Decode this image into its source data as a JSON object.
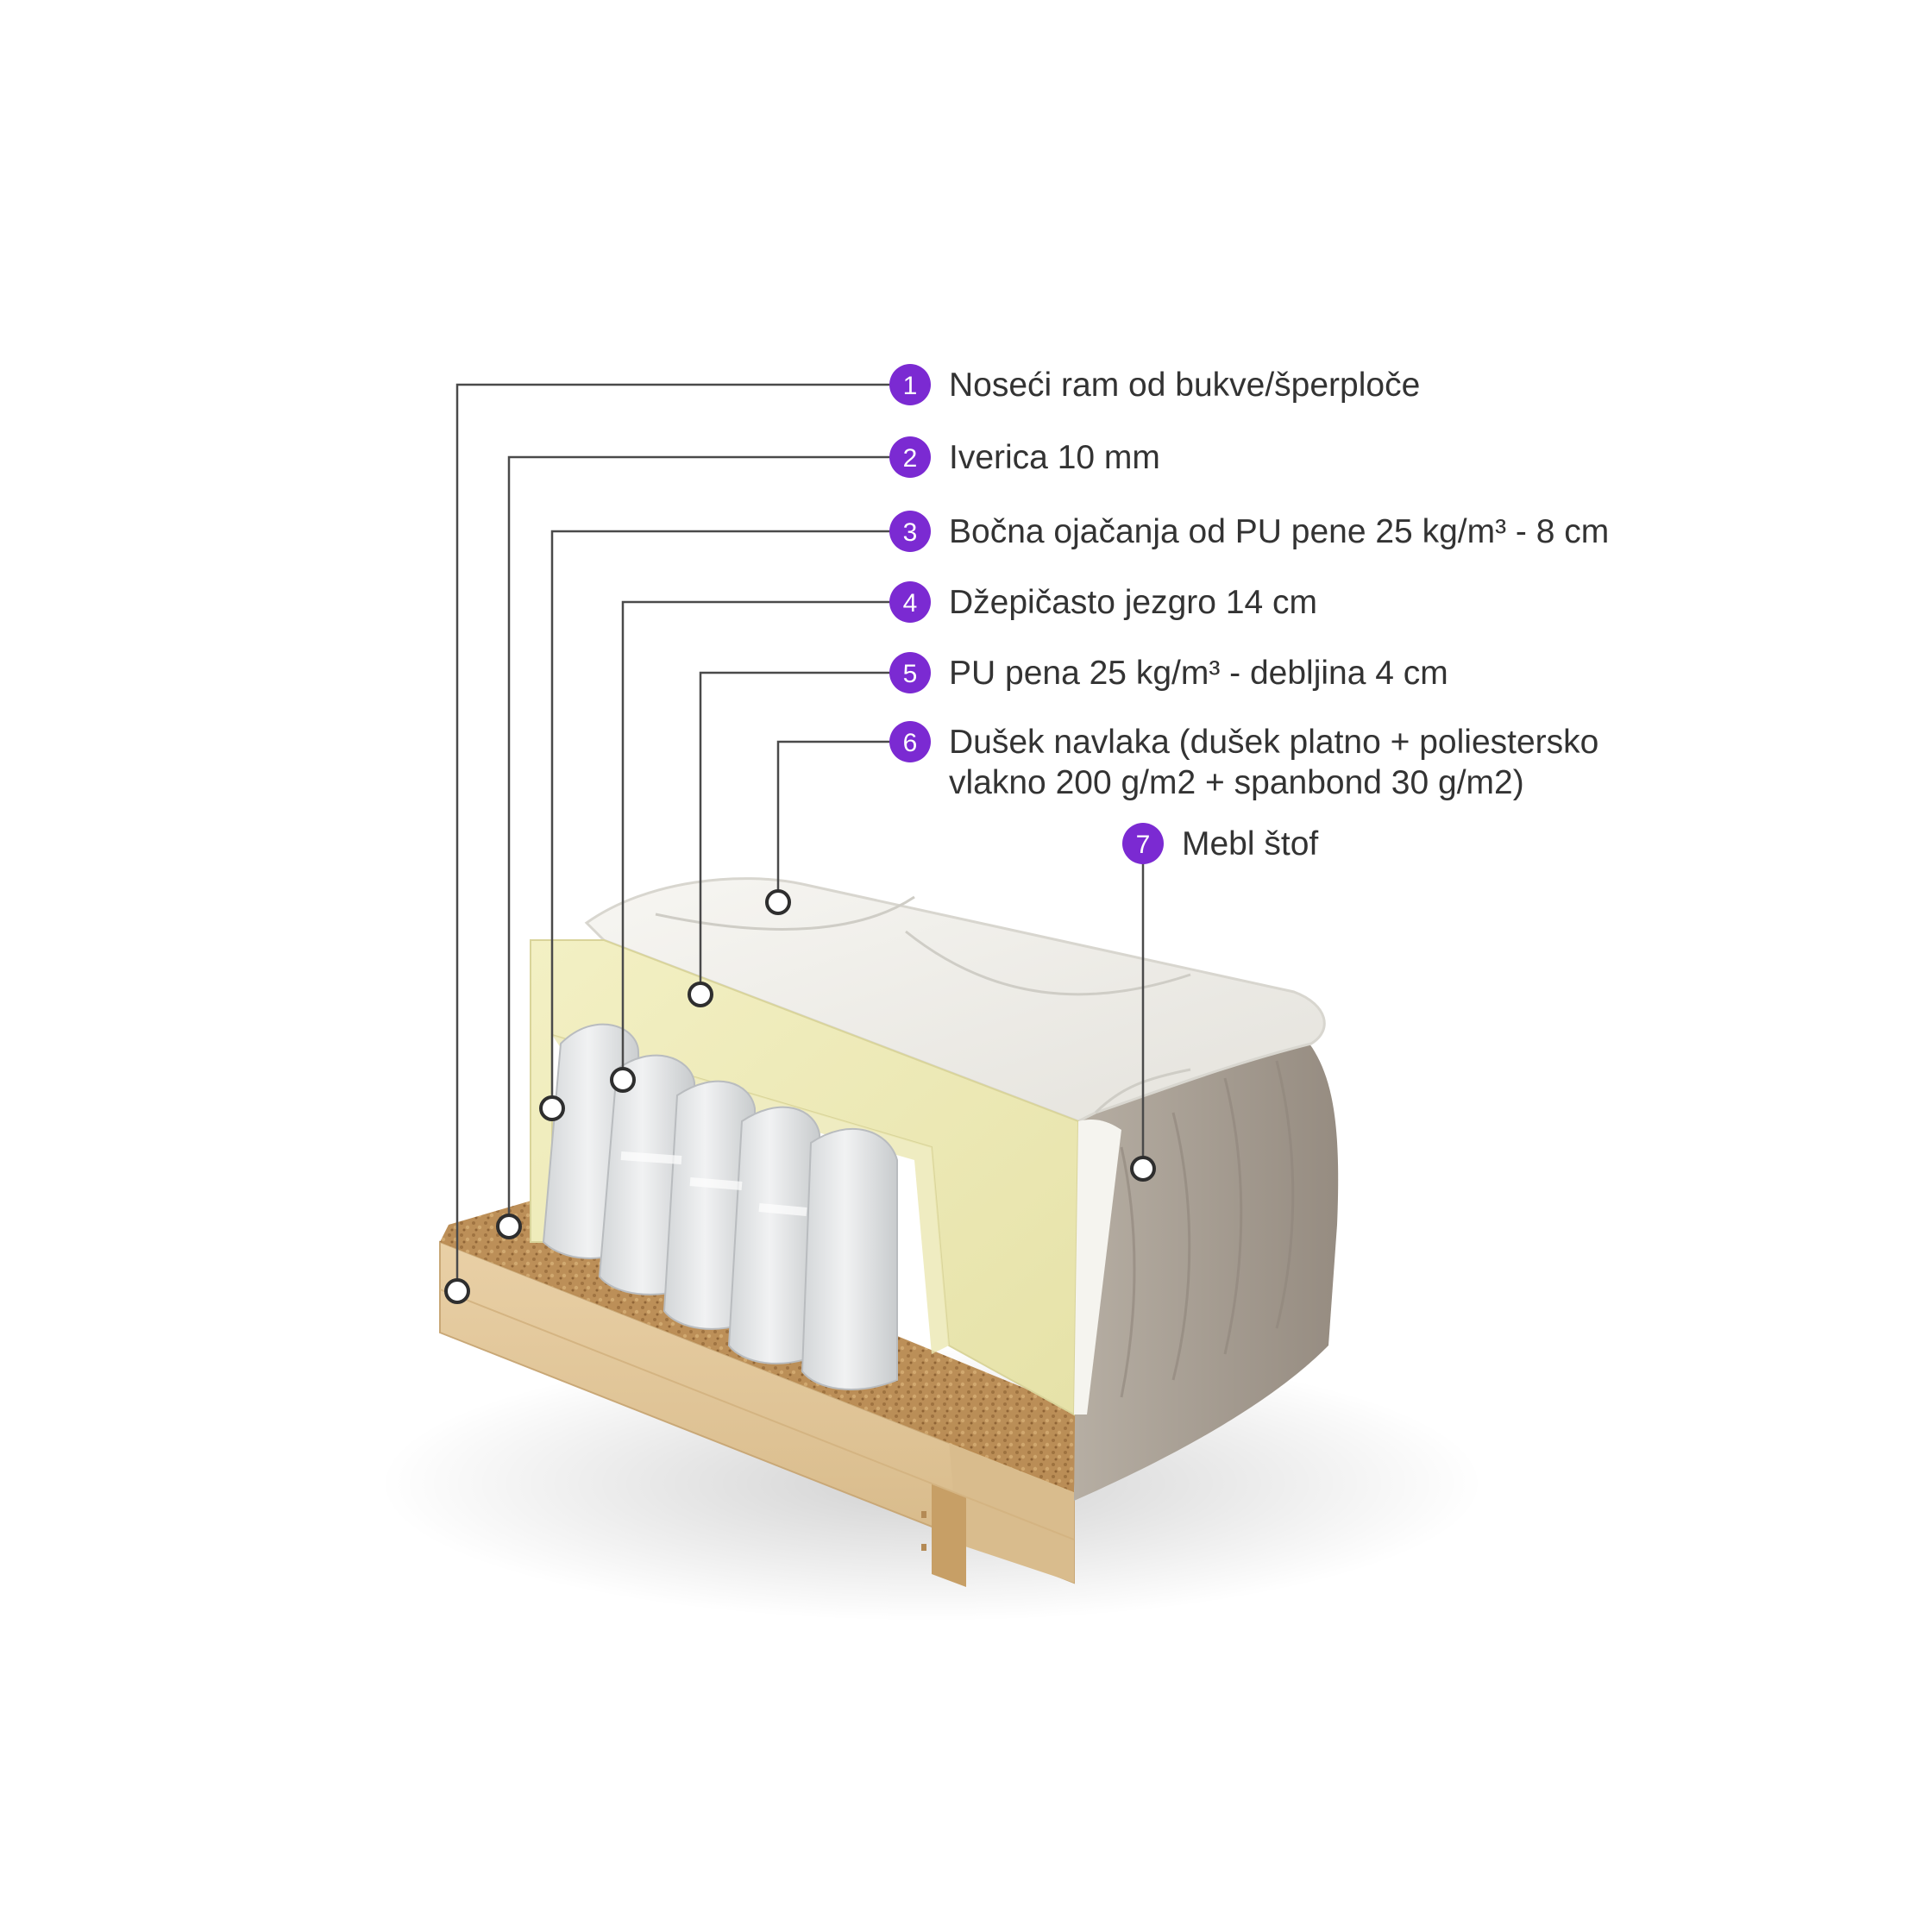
{
  "accent_color": "#7b2ad2",
  "callouts": [
    {
      "number": "1",
      "label": "Noseći ram od bukve/šperploče"
    },
    {
      "number": "2",
      "label": "Iverica 10 mm"
    },
    {
      "number": "3",
      "label": "Bočna ojačanja od PU pene 25 kg/m³ - 8 cm"
    },
    {
      "number": "4",
      "label": "Džepičasto jezgro 14 cm"
    },
    {
      "number": "5",
      "label": "PU pena 25 kg/m³ - debljina 4 cm"
    },
    {
      "number": "6",
      "label": "Dušek navlaka (dušek platno + poliestersko",
      "label_line2": "vlakno 200 g/m2 + spanbond 30 g/m2)"
    },
    {
      "number": "7",
      "label": "Mebl štof"
    }
  ]
}
